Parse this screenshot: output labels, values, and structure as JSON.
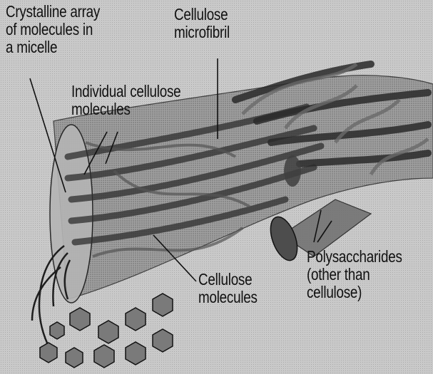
{
  "labels": {
    "crystalline": {
      "line1": "Crystalline array",
      "line2": "of molecules in",
      "line3": "a micelle"
    },
    "microfibril": {
      "line1": "Cellulose",
      "line2": "microfibril"
    },
    "individual": {
      "line1": "Individual cellulose",
      "line2": "molecules"
    },
    "cellulose_molecules": {
      "line1": "Cellulose",
      "line2": "molecules"
    },
    "polysaccharides": {
      "line1": "Polysaccharides",
      "line2": "(other than",
      "line3": "cellulose)"
    }
  },
  "colors": {
    "fibril_fill": "#8e8e8e",
    "fibril_dark": "#3a3a3a",
    "hexagon_fill": "#7a7a7a",
    "line": "#111111"
  }
}
